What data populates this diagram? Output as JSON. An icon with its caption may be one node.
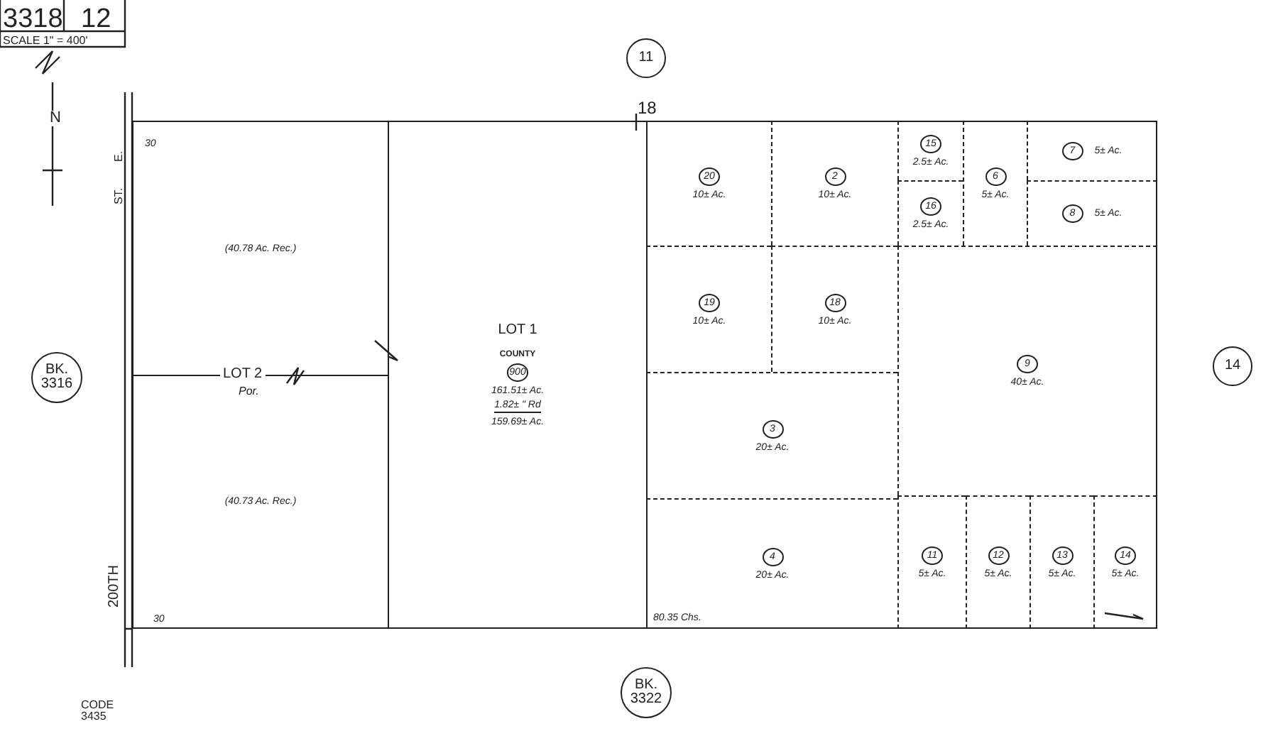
{
  "diagram": {
    "nodes": [
      {
        "text": [
          "11"
        ]
      },
      {
        "text": [
          "(40.78 Ac. Rec.)"
        ]
      },
      {
        "text": [
          "(40.73 Ac. Rec.)"
        ]
      },
      {
        "text": [
          "LOT 1",
          "COUNTY",
          "900",
          "161.51± Ac.",
          "1.82± \" Rd",
          "159.69± Ac."
        ]
      },
      {
        "text": [
          "20",
          "10± Ac."
        ]
      },
      {
        "text": [
          "2",
          "10± Ac."
        ]
      },
      {
        "text": [
          "15",
          "2.5± Ac."
        ]
      },
      {
        "text": [
          "16",
          "2.5± Ac."
        ]
      },
      {
        "text": [
          "6",
          "5± Ac."
        ]
      },
      {
        "text": [
          "7",
          "5± Ac."
        ]
      },
      {
        "text": [
          "8",
          "5± Ac."
        ]
      },
      {
        "text": [
          "19",
          "10± Ac."
        ]
      },
      {
        "text": [
          "18",
          "10± Ac."
        ]
      },
      {
        "text": [
          "9",
          "40± Ac."
        ]
      },
      {
        "text": [
          "3",
          "20± Ac."
        ]
      },
      {
        "text": [
          "4",
          "20± Ac."
        ]
      },
      {
        "text": [
          "11",
          "5± Ac."
        ]
      },
      {
        "text": [
          "12",
          "5± Ac."
        ]
      },
      {
        "text": [
          "13",
          "5± Ac."
        ]
      },
      {
        "text": [
          "14",
          "5± Ac."
        ]
      },
      {
        "text": [
          "BK. 3316"
        ]
      },
      {
        "text": [
          "14"
        ]
      },
      {
        "text": [
          "BK. 3322"
        ]
      }
    ],
    "labels": [
      "3318",
      "12",
      "SCALE 1\" = 400'",
      "N",
      "E.",
      "ST.",
      "30",
      "18",
      "LOT 2",
      "Por.",
      "200TH",
      "30",
      "80.35 Chs.",
      "CODE 3435"
    ]
  }
}
